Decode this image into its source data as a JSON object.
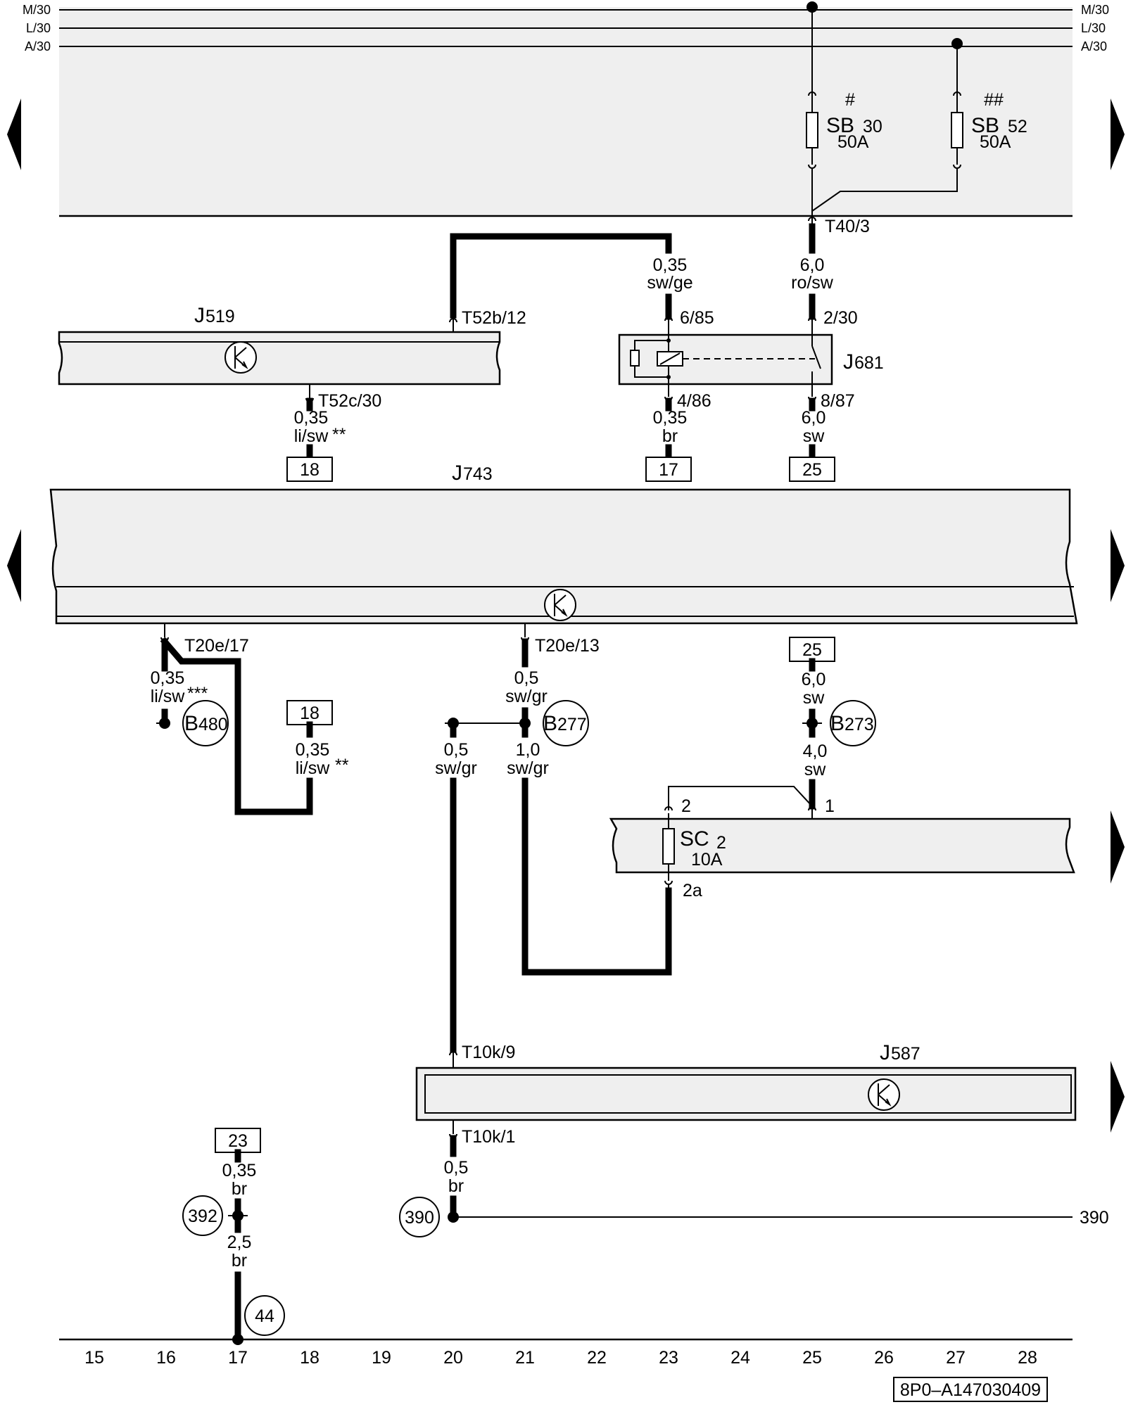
{
  "colors": {
    "line": "#000000",
    "component_fill": "#efefef",
    "background": "#ffffff"
  },
  "rails": {
    "m30": "M/30",
    "l30": "L/30",
    "a30": "A/30"
  },
  "fuses": {
    "sb30": {
      "mark": "#",
      "name": "SB",
      "num": "30",
      "rating": "50A"
    },
    "sb52": {
      "mark": "##",
      "name": "SB",
      "num": "52",
      "rating": "50A"
    },
    "sc2": {
      "name": "SC",
      "num": "2",
      "rating": "10A",
      "pin_in": "2",
      "pin_in2": "1",
      "pin_out": "2a"
    }
  },
  "components": {
    "j519": {
      "letter": "J",
      "num": "519"
    },
    "j681": {
      "letter": "J",
      "num": "681"
    },
    "j743": {
      "letter": "J",
      "num": "743"
    },
    "j587": {
      "letter": "J",
      "num": "587"
    }
  },
  "connectors": {
    "t40_3": "T40/3",
    "t52b_12": "T52b/12",
    "pin_6_85": "6/85",
    "pin_2_30": "2/30",
    "t52c_30": "T52c/30",
    "pin_4_86": "4/86",
    "pin_8_87": "8/87",
    "t20e_17": "T20e/17",
    "t20e_13": "T20e/13",
    "t10k_9": "T10k/9",
    "t10k_1": "T10k/1"
  },
  "wires": {
    "w_035_swge": {
      "size": "0,35",
      "color": "sw/ge"
    },
    "w_60_rosw": {
      "size": "6,0",
      "color": "ro/sw"
    },
    "w_035_lisw_a": {
      "size": "0,35",
      "color": "li/sw",
      "note": "**"
    },
    "w_035_br_a": {
      "size": "0,35",
      "color": "br"
    },
    "w_60_sw_a": {
      "size": "6,0",
      "color": "sw"
    },
    "w_035_lisw_b": {
      "size": "0,35",
      "color": "li/sw",
      "note": "***"
    },
    "w_05_swgr_a": {
      "size": "0,5",
      "color": "sw/gr"
    },
    "w_60_sw_b": {
      "size": "6,0",
      "color": "sw"
    },
    "w_035_lisw_c": {
      "size": "0,35",
      "color": "li/sw",
      "note": "**"
    },
    "w_05_swgr_b": {
      "size": "0,5",
      "color": "sw/gr"
    },
    "w_10_swgr": {
      "size": "1,0",
      "color": "sw/gr"
    },
    "w_40_sw": {
      "size": "4,0",
      "color": "sw"
    },
    "w_035_br_b": {
      "size": "0,35",
      "color": "br"
    },
    "w_25_br": {
      "size": "2,5",
      "color": "br"
    },
    "w_05_br": {
      "size": "0,5",
      "color": "br"
    }
  },
  "refs": {
    "r18a": "18",
    "r17": "17",
    "r25a": "25",
    "r25b": "25",
    "r18b": "18",
    "r23": "23"
  },
  "splices": {
    "b480": {
      "letter": "B",
      "num": "480"
    },
    "b277": {
      "letter": "B",
      "num": "277"
    },
    "b273": {
      "letter": "B",
      "num": "273"
    }
  },
  "grounds": {
    "g392": "392",
    "g390": "390",
    "g390_right": "390",
    "g44": "44"
  },
  "tracks": [
    "15",
    "16",
    "17",
    "18",
    "19",
    "20",
    "21",
    "22",
    "23",
    "24",
    "25",
    "26",
    "27",
    "28"
  ],
  "code": "8P0–A147030409"
}
